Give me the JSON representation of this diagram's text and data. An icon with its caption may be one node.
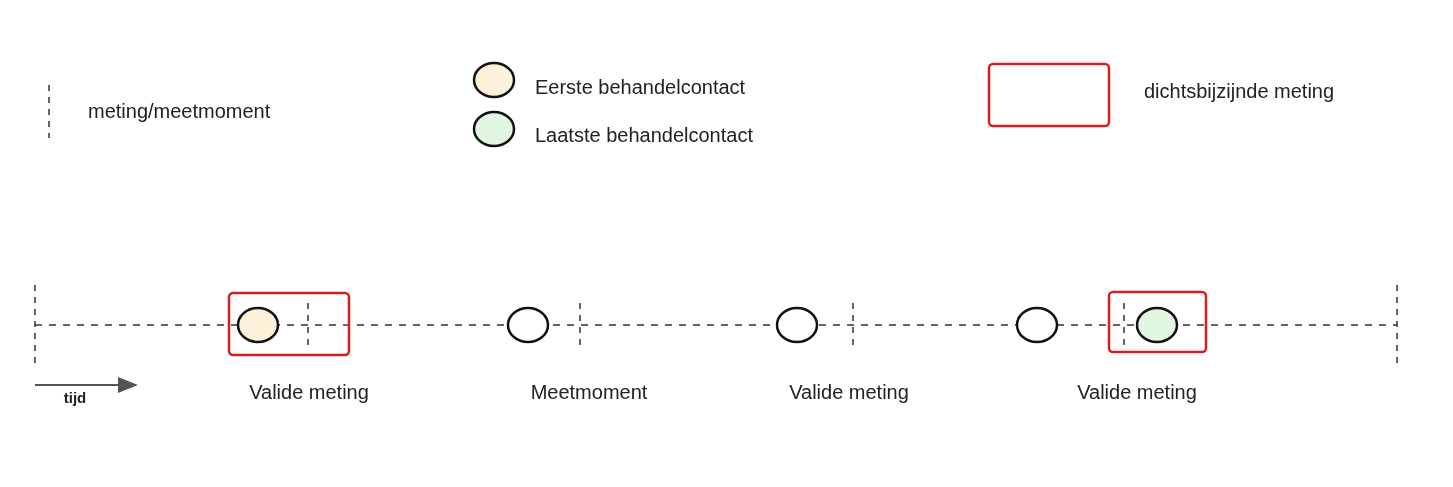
{
  "diagram": {
    "labels": [
      "Valide meting",
      "Meetmoment",
      "Valide meting",
      "Valide meting",
      "tijd"
    ],
    "legend": [
      {
        "text": "meting/meetmoment"
      },
      {
        "text": "Eerste behandelcontact",
        "color": "#fdf1d9"
      },
      {
        "text": "Laatste behandelcontact",
        "color": "#e2f7e2"
      },
      {
        "text": "dichtsbijzijnde meting"
      }
    ]
  }
}
